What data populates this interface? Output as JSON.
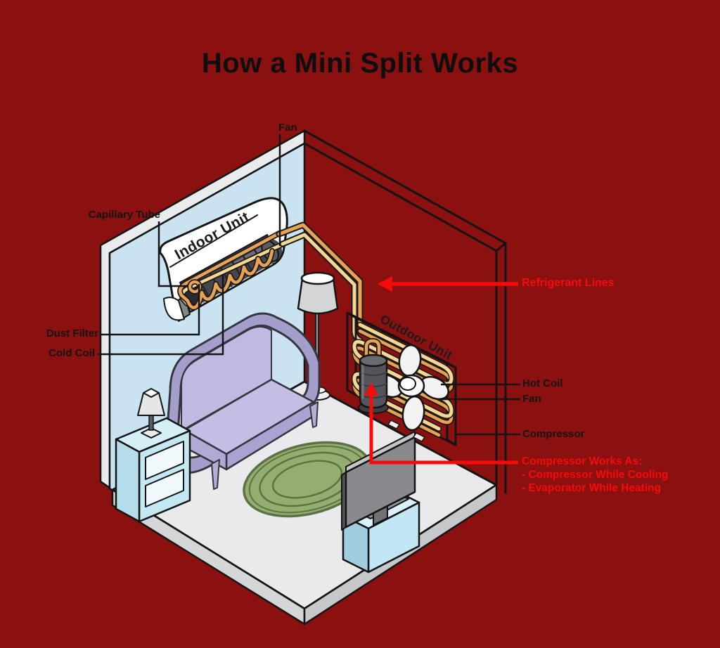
{
  "title": "How a Mini Split Works",
  "units": {
    "indoor": "Indoor Unit",
    "outdoor": "Outdoor Unit"
  },
  "callouts": {
    "fan_indoor": "Fan",
    "capillary_tube": "Capillary Tube",
    "dust_filter": "Dust Filter",
    "cold_coil": "Cold Coil",
    "refrigerant_lines": "Refrigerant Lines",
    "hot_coil": "Hot Coil",
    "fan_outdoor": "Fan",
    "compressor": "Compressor"
  },
  "note": {
    "title": "Compressor Works As:",
    "line1": "- Compressor While Cooling",
    "line2": "- Evaporator While Heating"
  },
  "colors": {
    "background": "#8B1010",
    "accent_red": "#F60B0B",
    "label_text": "#141414",
    "wall_blue": "#C9E3F1",
    "floor_gray": "#EAEAEC",
    "coil_orange": "#E9A254",
    "coil_pale_yellow": "#F5D794",
    "sofa_purple": "#BFBAE2",
    "rug_green": "#94AE70",
    "cabinet_blue": "#C4E7F4"
  }
}
